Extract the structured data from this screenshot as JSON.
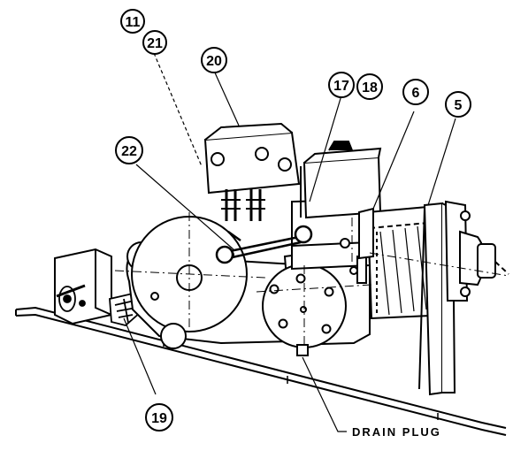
{
  "diagram": {
    "callouts": {
      "c11": "11",
      "c21": "21",
      "c20": "20",
      "c17": "17",
      "c18": "18",
      "c6": "6",
      "c5": "5",
      "c22": "22",
      "c19": "19"
    },
    "drain_plug_label": "DRAIN PLUG",
    "colors": {
      "ink": "#000000",
      "paper": "#ffffff"
    }
  }
}
